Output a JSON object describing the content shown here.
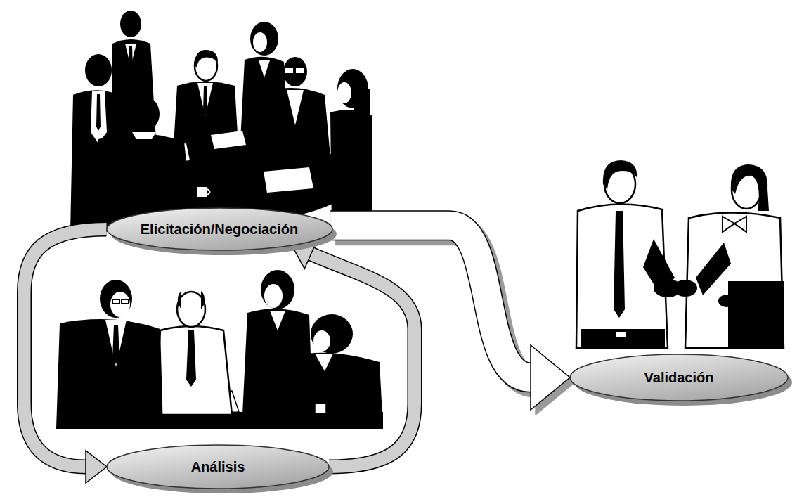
{
  "diagram": {
    "nodes": [
      {
        "text": [
          "Elicitación/Negociación"
        ]
      },
      {
        "text": [
          "Análisis"
        ]
      },
      {
        "text": [
          "Validación"
        ]
      }
    ],
    "edges": [
      {
        "from": 0,
        "to": 1,
        "arrow": "to"
      },
      {
        "from": 1,
        "to": 0,
        "arrow": "to"
      },
      {
        "from": 0,
        "to": 2,
        "arrow": "to"
      }
    ]
  }
}
